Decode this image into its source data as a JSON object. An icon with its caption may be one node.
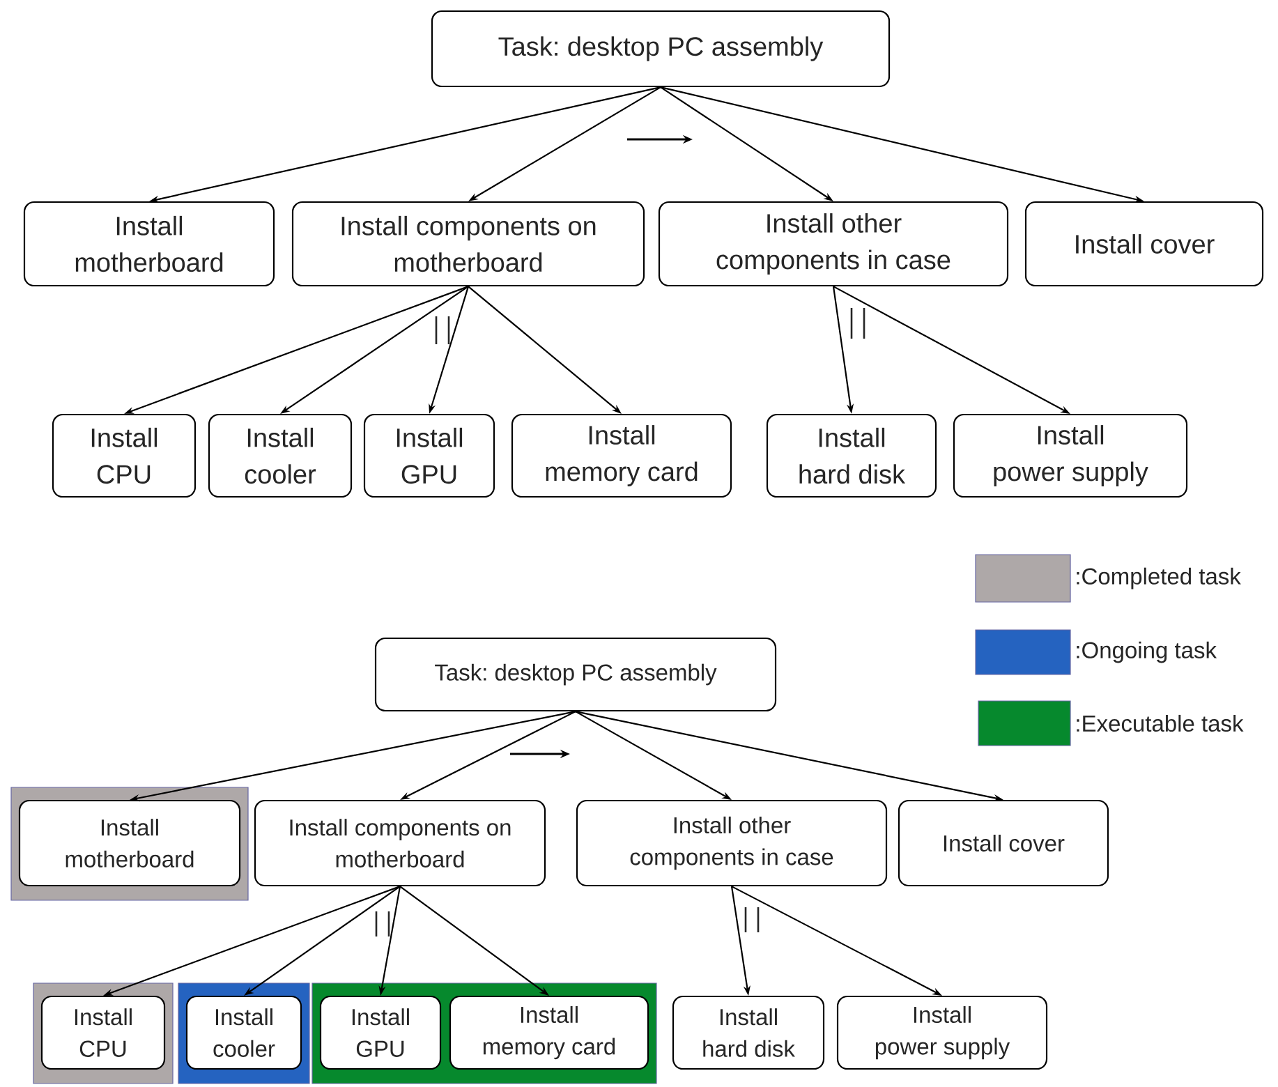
{
  "diagram": {
    "nodes": [
      {
        "text": [
          "Task: desktop PC assembly"
        ]
      },
      {
        "text": [
          "Install motherboard"
        ]
      },
      {
        "text": [
          "Install components on motherboard"
        ]
      },
      {
        "text": [
          "Install other components in case"
        ]
      },
      {
        "text": [
          "Install cover"
        ]
      },
      {
        "text": [
          "Install CPU"
        ]
      },
      {
        "text": [
          "Install cooler"
        ]
      },
      {
        "text": [
          "Install GPU"
        ]
      },
      {
        "text": [
          "Install memory card"
        ]
      },
      {
        "text": [
          "Install hard disk"
        ]
      },
      {
        "text": [
          "Install power supply"
        ]
      },
      {
        "text": [
          "Task: desktop PC assembly"
        ]
      },
      {
        "text": [],
        "shape": "box"
      },
      {
        "text": [
          "Install motherboard"
        ],
        "in": 12
      },
      {
        "text": [
          "Install components on motherboard"
        ]
      },
      {
        "text": [
          "Install other components in case"
        ]
      },
      {
        "text": [
          "Install cover"
        ]
      },
      {
        "text": [],
        "shape": "box"
      },
      {
        "text": [
          "Install CPU"
        ],
        "in": 17
      },
      {
        "text": [],
        "shape": "box"
      },
      {
        "text": [
          "Install cooler"
        ],
        "in": 19
      },
      {
        "text": [],
        "shape": "box"
      },
      {
        "text": [
          "Install GPU"
        ],
        "in": 21
      },
      {
        "text": [
          "Install memory card"
        ],
        "in": 21
      },
      {
        "text": [
          "Install hard disk"
        ]
      },
      {
        "text": [
          "Install power supply"
        ]
      }
    ],
    "edges": [
      {
        "from": 0,
        "to": 1,
        "arrow": "to"
      },
      {
        "from": 0,
        "to": 2,
        "arrow": "to"
      },
      {
        "from": 0,
        "to": 3,
        "arrow": "to"
      },
      {
        "from": 0,
        "to": 4,
        "arrow": "to"
      },
      {
        "from": 2,
        "to": 5,
        "arrow": "to"
      },
      {
        "from": 2,
        "to": 6,
        "arrow": "to"
      },
      {
        "from": 2,
        "to": 7,
        "arrow": "to"
      },
      {
        "from": 2,
        "to": 8,
        "arrow": "to"
      },
      {
        "from": 3,
        "to": 9,
        "arrow": "to"
      },
      {
        "from": 3,
        "to": 10,
        "arrow": "to"
      },
      {
        "from": 11,
        "to": 13,
        "arrow": "to"
      },
      {
        "from": 11,
        "to": 14,
        "arrow": "to"
      },
      {
        "from": 11,
        "to": 15,
        "arrow": "to"
      },
      {
        "from": 11,
        "to": 16,
        "arrow": "to"
      },
      {
        "from": 14,
        "to": 18,
        "arrow": "to"
      },
      {
        "from": 14,
        "to": 20,
        "arrow": "to"
      },
      {
        "from": 14,
        "to": 22,
        "arrow": "to"
      },
      {
        "from": 14,
        "to": 23,
        "arrow": "to"
      },
      {
        "from": 15,
        "to": 24,
        "arrow": "to"
      },
      {
        "from": 15,
        "to": 25,
        "arrow": "to"
      }
    ],
    "legend": [
      {
        "text": ":Completed task",
        "color": "#aea8a8"
      },
      {
        "text": ":Ongoing task",
        "color": "#2563c0"
      },
      {
        "text": ":Executable task",
        "color": "#06892d"
      }
    ]
  }
}
